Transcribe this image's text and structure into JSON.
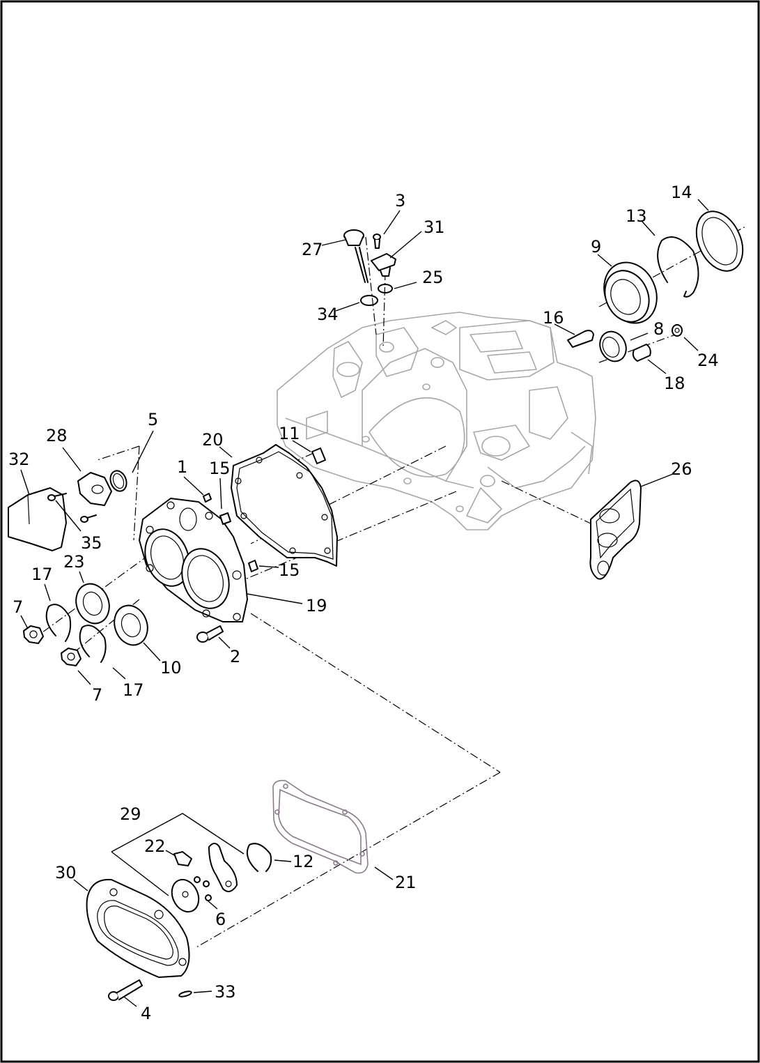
{
  "callouts": {
    "c1": "1",
    "c2": "2",
    "c3": "3",
    "c4": "4",
    "c5": "5",
    "c6": "6",
    "c7a": "7",
    "c7b": "7",
    "c8": "8",
    "c9": "9",
    "c10": "10",
    "c11": "11",
    "c12": "12",
    "c13": "13",
    "c14": "14",
    "c15a": "15",
    "c15b": "15",
    "c16": "16",
    "c17a": "17",
    "c17b": "17",
    "c18": "18",
    "c19": "19",
    "c20": "20",
    "c21": "21",
    "c22": "22",
    "c23": "23",
    "c24": "24",
    "c25": "25",
    "c26": "26",
    "c27": "27",
    "c28": "28",
    "c29": "29",
    "c30": "30",
    "c31": "31",
    "c32": "32",
    "c33": "33",
    "c34": "34",
    "c35": "35"
  },
  "colors": {
    "line": "#000000",
    "ghost_line": "#a7a7a7",
    "gasket_line": "#8c7a8c",
    "background": "#ffffff"
  }
}
